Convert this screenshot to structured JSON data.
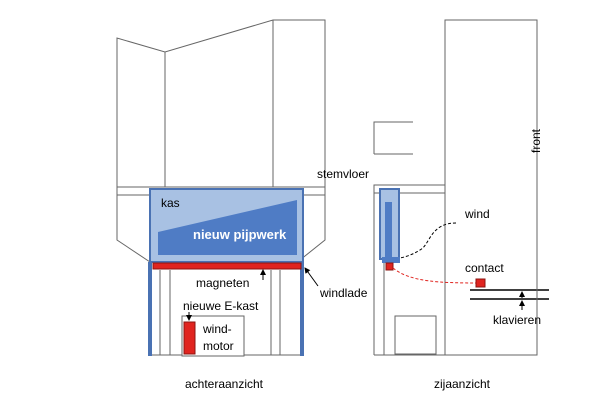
{
  "colors": {
    "outline": "#666666",
    "blue_frame": "#4a72b3",
    "light_blue": "#a8c1e3",
    "mid_blue": "#4f7cc5",
    "red": "#e0241f",
    "black": "#000000"
  },
  "back_view": {
    "caption": "achteraanzicht",
    "labels": {
      "kas": "kas",
      "pipework": "nieuw pijpwerk",
      "magnets": "magneten",
      "ebox": "nieuwe E-kast",
      "motor_line1": "wind-",
      "motor_line2": "motor"
    }
  },
  "side_view": {
    "caption": "zijaanzicht",
    "labels": {
      "stemvloer": "stemvloer",
      "windlade": "windlade",
      "wind": "wind",
      "contact": "contact",
      "klavieren": "klavieren",
      "front": "front"
    }
  }
}
